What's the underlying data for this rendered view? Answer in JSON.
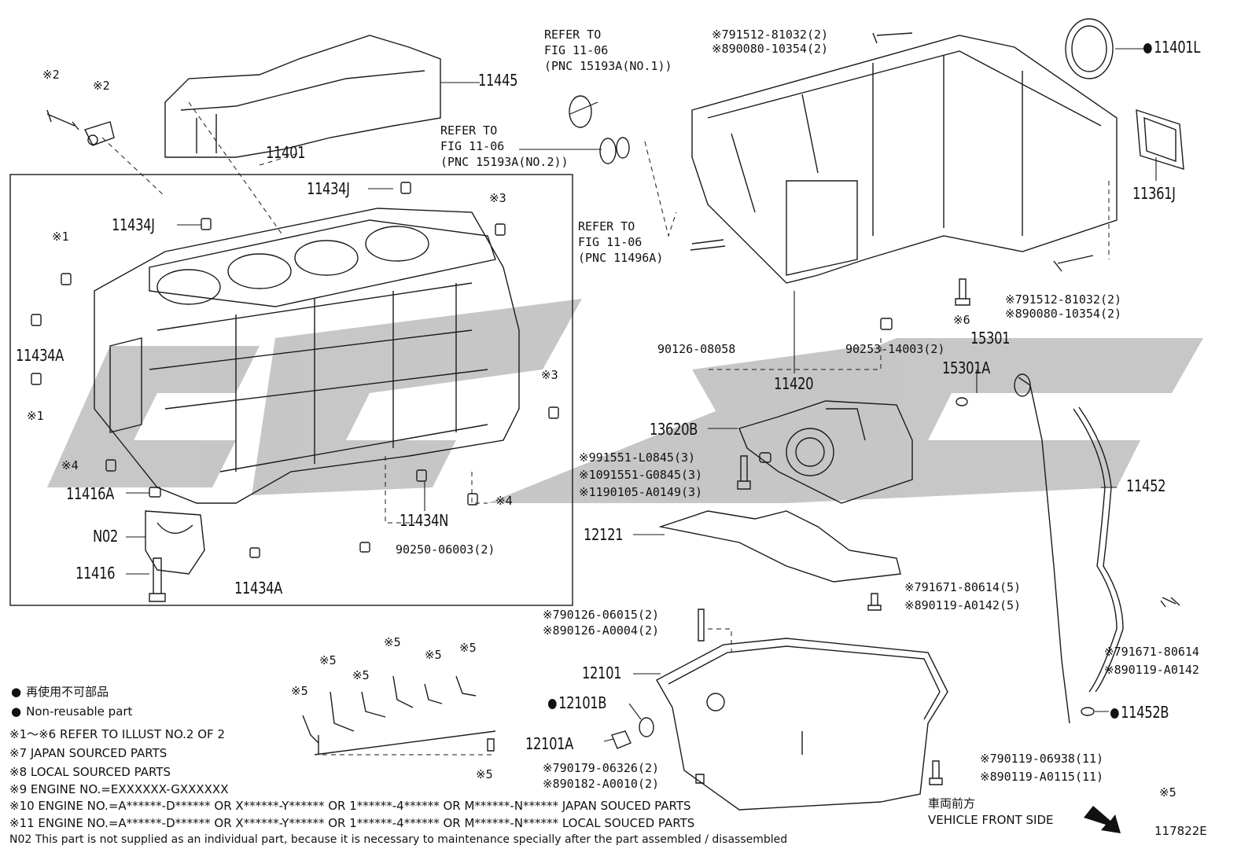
{
  "diagram_id": "117822E",
  "colors": {
    "line": "#1a1a1a",
    "watermark": "#b8b8b8"
  },
  "callouts": {
    "c_11445": "11445",
    "c_11401": "11401",
    "c_11401L": "11401L",
    "c_11361J": "11361J",
    "c_11434J_a": "11434J",
    "c_11434J_b": "11434J",
    "c_11434A_a": "11434A",
    "c_11434A_b": "11434A",
    "c_11434N": "11434N",
    "c_11416A": "11416A",
    "c_N02": "N02",
    "c_11416": "11416",
    "c_11420": "11420",
    "c_15301": "15301",
    "c_15301A": "15301A",
    "c_13620B": "13620B",
    "c_11452": "11452",
    "c_11452B": "11452B",
    "c_12121": "12121",
    "c_12101": "12101",
    "c_12101B": "12101B",
    "c_12101A": "12101A"
  },
  "small_callouts": {
    "s_90126_08058": "90126-08058",
    "s_90253": "90253-14003(2)",
    "s_90250": "90250-06003(2)",
    "s_m2a": "※2",
    "s_m2b": "※2",
    "s_m1a": "※1",
    "s_m1b": "※1",
    "s_m3a": "※3",
    "s_m3b": "※3",
    "s_m4a": "※4",
    "s_m4b": "※4",
    "s_m6": "※6",
    "s_m5a": "※5",
    "s_m5b": "※5",
    "s_m5c": "※5",
    "s_m5d": "※5",
    "s_m5e": "※5",
    "s_m5f": "※5",
    "s_m5g": "※5",
    "s_m5h": "※5",
    "s_top_bolt_1": "※791512-81032(2)",
    "s_top_bolt_2": "※890080-10354(2)",
    "s_mid_bolt_1": "※791512-81032(2)",
    "s_mid_bolt_2": "※890080-10354(2)",
    "s_pump_1": "※991551-L0845(3)",
    "s_pump_2": "※1091551-G0845(3)",
    "s_pump_3": "※1190105-A0149(3)",
    "s_plate_1": "※791671-80614(5)",
    "s_plate_2": "※890119-A0142(5)",
    "s_stud_1": "※790126-06015(2)",
    "s_stud_2": "※890126-A0004(2)",
    "s_guide_1": "※791671-80614",
    "s_guide_2": "※890119-A0142",
    "s_drain_1": "※790179-06326(2)",
    "s_drain_2": "※890182-A0010(2)",
    "s_pan_1": "※790119-06938(11)",
    "s_pan_2": "※890119-A0115(11)"
  },
  "references": {
    "ref1": [
      "REFER TO",
      "FIG 11-06",
      "(PNC 15193A(NO.1))"
    ],
    "ref2": [
      "REFER TO",
      "FIG 11-06",
      "(PNC 15193A(NO.2))"
    ],
    "ref3": [
      "REFER TO",
      "FIG 11-06",
      "(PNC 11496A)"
    ]
  },
  "legend": {
    "jp_nonreusable": "再使用不可部品",
    "nonreusable": "Non-reusable part",
    "n1": "※1～※6 REFER TO ILLUST NO.2 OF 2",
    "n7": "※7 JAPAN SOURCED PARTS",
    "n8": "※8 LOCAL SOURCED PARTS",
    "n9": "※9 ENGINE NO.=EXXXXXX-GXXXXXX",
    "n10": "※10 ENGINE NO.=A******-D****** OR X******-Y****** OR 1******-4****** OR M******-N****** JAPAN SOUCED PARTS",
    "n11": "※11 ENGINE NO.=A******-D****** OR X******-Y****** OR 1******-4****** OR M******-N****** LOCAL SOUCED PARTS",
    "n02": "N02  This part is not supplied as an individual part, because it is necessary to maintenance specially after the part assembled / disassembled"
  },
  "front": {
    "jp": "車両前方",
    "en": "VEHICLE FRONT SIDE"
  }
}
